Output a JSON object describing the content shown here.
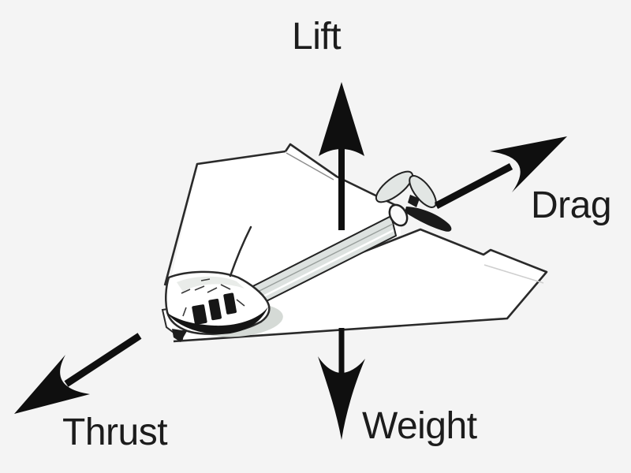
{
  "meta": {
    "description": "Diagram of the four aerodynamic forces acting on a powered paper airplane",
    "background_color": "#f4f4f4"
  },
  "forces": {
    "lift": {
      "label": "Lift",
      "direction": "up"
    },
    "drag": {
      "label": "Drag",
      "direction": "up-right"
    },
    "thrust": {
      "label": "Thrust",
      "direction": "down-left"
    },
    "weight": {
      "label": "Weight",
      "direction": "down"
    }
  },
  "illustration": {
    "subject": "paper airplane with electric motor module, antenna, carbon rod fuselage and rear propeller"
  },
  "colors": {
    "arrow": "#0f0f0f",
    "text": "#1c1c1c",
    "paper": "#ffffff",
    "outline": "#2a2a2a",
    "rod": "#dde2e0",
    "shadow": "#d5dad6",
    "background": "#f4f4f4"
  }
}
